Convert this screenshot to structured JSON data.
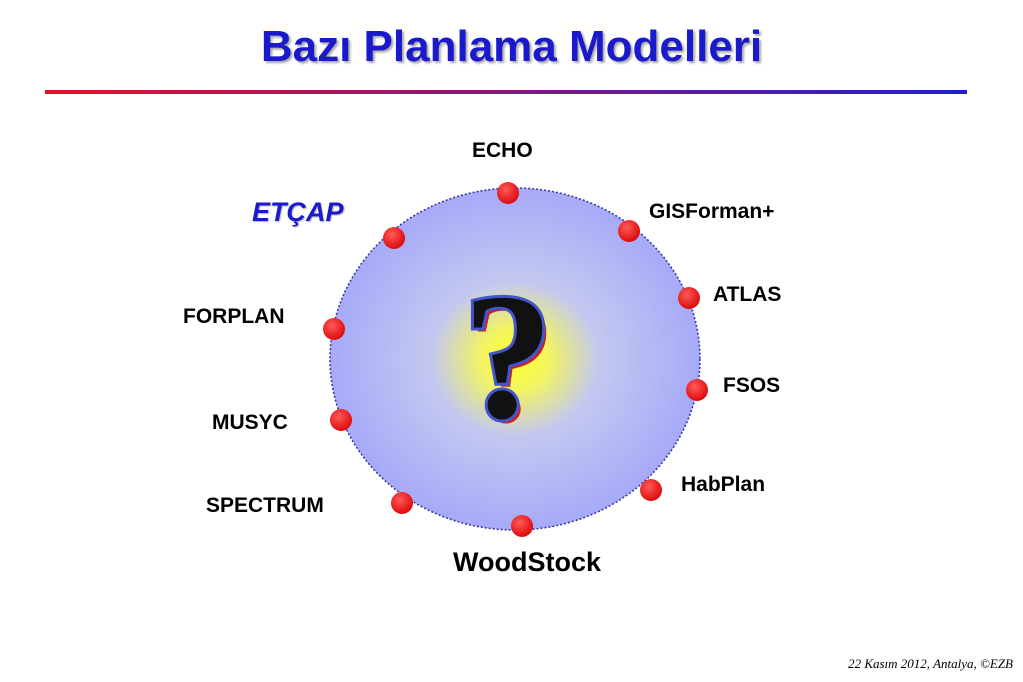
{
  "slide": {
    "title": "Bazı Planlama Modelleri",
    "center_symbol": "?",
    "footer": "22 Kasım 2012, Antalya, ©EZB"
  },
  "colors": {
    "title": "#1a1acc",
    "rule_start": "#e8102a",
    "rule_end": "#2020d0",
    "circle_center": "#ffff30",
    "circle_edge": "#a6aaf8",
    "dot": "#ee1111"
  },
  "models": [
    {
      "label": "ECHO"
    },
    {
      "label": "GISForman+"
    },
    {
      "label": "ATLAS"
    },
    {
      "label": "FSOS"
    },
    {
      "label": "HabPlan"
    },
    {
      "label": "WoodStock"
    },
    {
      "label": "SPECTRUM"
    },
    {
      "label": "MUSYC"
    },
    {
      "label": "FORPLAN"
    },
    {
      "label": "ETÇAP"
    }
  ]
}
